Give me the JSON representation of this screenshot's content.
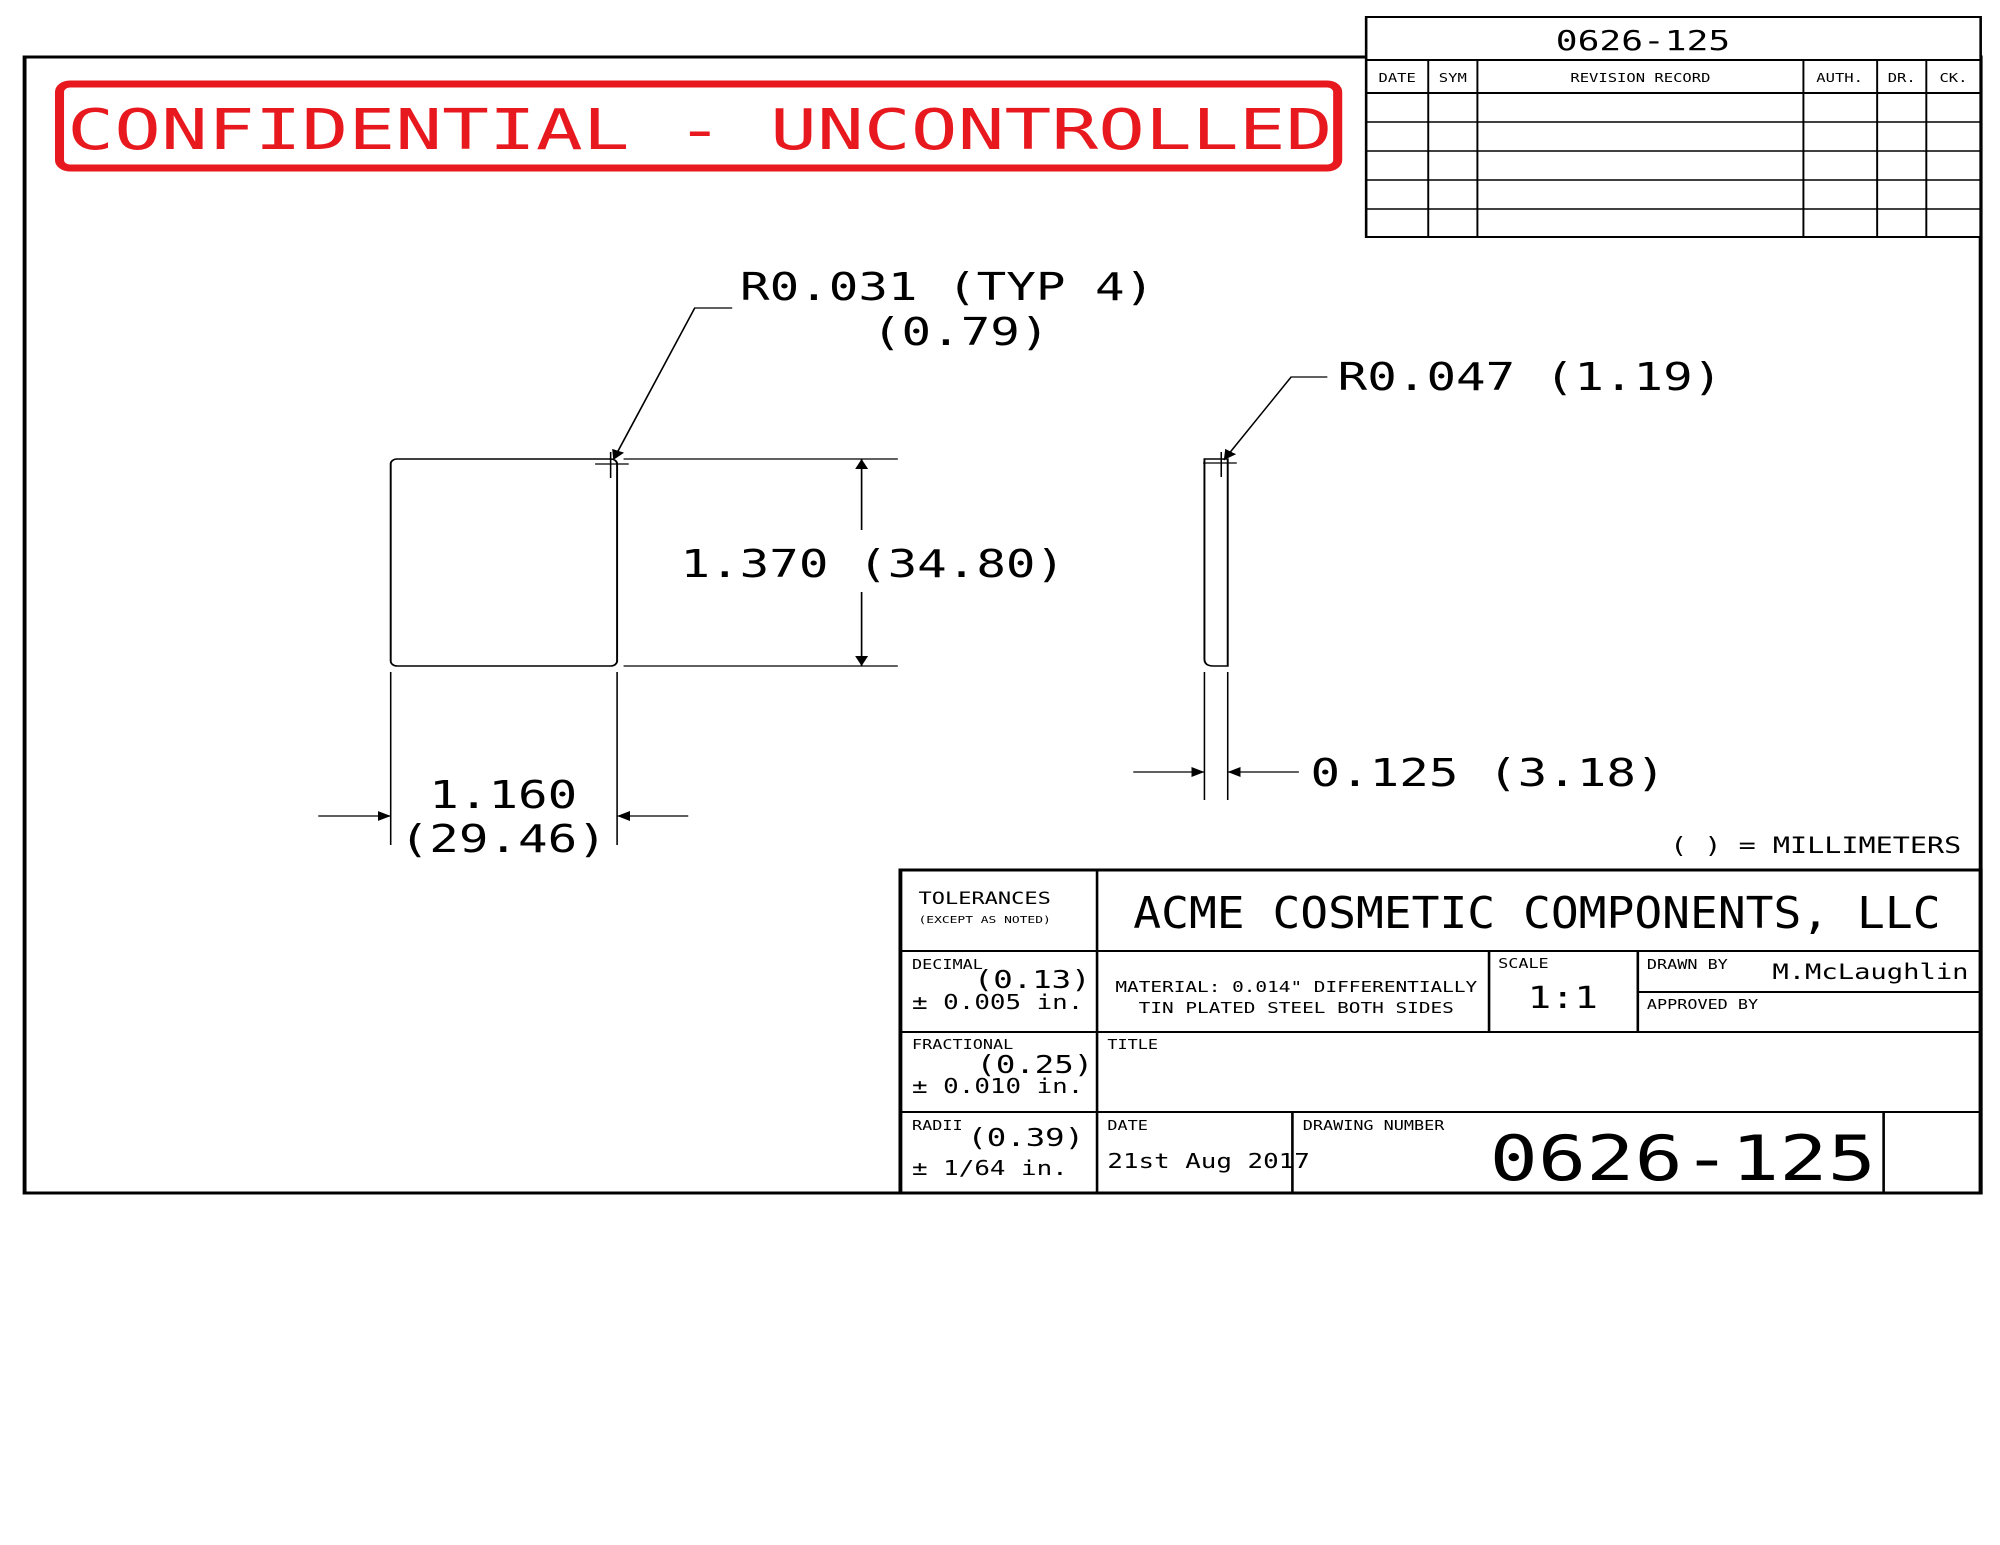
{
  "header": {
    "drawing_number_top": "0626-125",
    "revision_headers": [
      "DATE",
      "SYM",
      "REVISION RECORD",
      "AUTH.",
      "DR.",
      "CK."
    ]
  },
  "stamp": {
    "text": "CONFIDENTIAL - UNCONTROLLED",
    "color": "#e8191e"
  },
  "front_view": {
    "corner_radius_label": "R0.031 (TYP 4)",
    "corner_radius_mm": "(0.79)",
    "height_label": "1.370 (34.80)",
    "width_label": "1.160",
    "width_mm": "(29.46)"
  },
  "side_view": {
    "radius_label": "R0.047 (1.19)",
    "thickness_label": "0.125 (3.18)"
  },
  "units_note": "( ) = MILLIMETERS",
  "title_block": {
    "tolerances_label": "TOLERANCES",
    "tolerances_note": "(EXCEPT AS NOTED)",
    "company": "ACME COSMETIC COMPONENTS, LLC",
    "decimal_label": "DECIMAL",
    "decimal_mm": "(0.13)",
    "decimal_tol": "± 0.005 in.",
    "material_line1": "MATERIAL: 0.014\" DIFFERENTIALLY",
    "material_line2": "TIN PLATED STEEL BOTH SIDES",
    "scale_label": "SCALE",
    "scale_value": "1:1",
    "drawn_by_label": "DRAWN BY",
    "drawn_by_value": "M.McLaughlin",
    "approved_by_label": "APPROVED BY",
    "fractional_label": "FRACTIONAL",
    "fractional_mm": "(0.25)",
    "fractional_tol": "± 0.010 in.",
    "title_label": "TITLE",
    "radii_label": "RADII",
    "radii_mm": "(0.39)",
    "radii_tol": "± 1/64 in.",
    "date_label": "DATE",
    "date_value": "21st Aug 2017",
    "drawing_number_label": "DRAWING NUMBER",
    "drawing_number_value": "0626-125"
  }
}
